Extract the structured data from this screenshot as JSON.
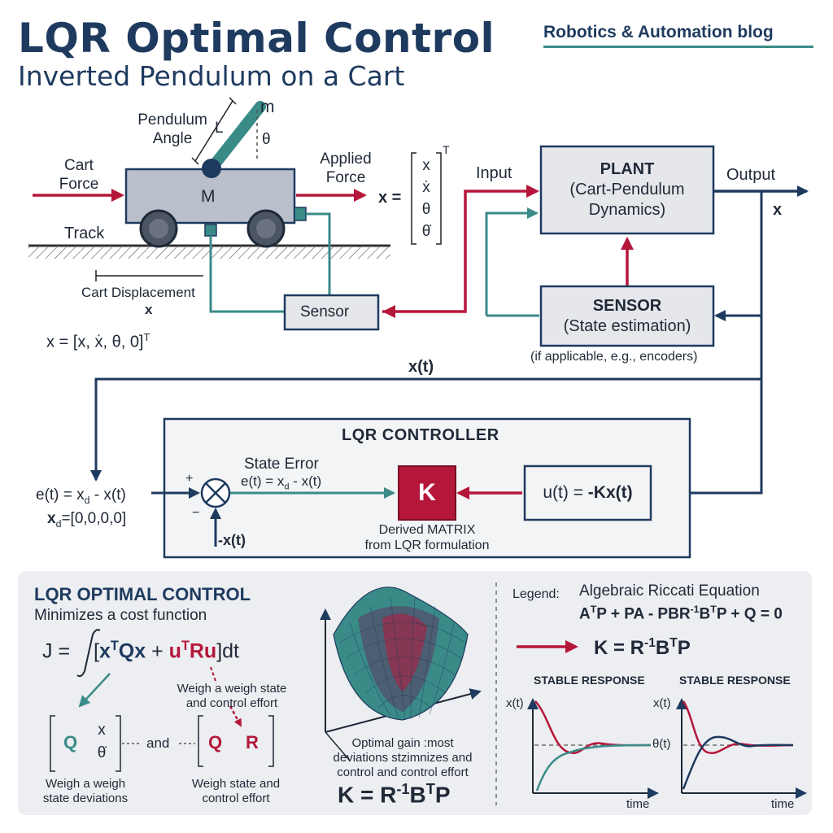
{
  "header": {
    "title": "LQR Optimal Control",
    "subtitle": "Inverted Pendulum on a Cart",
    "blog": "Robotics & Automation blog"
  },
  "cart": {
    "pendulum_angle": [
      "Pendulum",
      "Angle"
    ],
    "m": "m",
    "l": "L",
    "theta": "θ",
    "cart_force": [
      "Cart",
      "Force"
    ],
    "applied_force": [
      "Applied",
      "Force"
    ],
    "M": "M",
    "track": "Track",
    "cart_displacement": "Cart Displacement",
    "x": "x",
    "sensor": "Sensor",
    "state_vector": "x = [x, ẋ, θ, 0]",
    "state_sup": "T"
  },
  "state_column": {
    "x_label": "x =",
    "entries": [
      "x",
      "ẋ",
      "θ",
      "θ̇"
    ],
    "sup": "T"
  },
  "plant": {
    "input": "Input",
    "output": "Output",
    "output_x": "x",
    "title": "PLANT",
    "line1": "(Cart-Pendulum",
    "line2": "Dynamics)"
  },
  "sensor_block": {
    "title": "SENSOR",
    "line1": "(State estimation)",
    "note": "(if applicable, e.g., encoders)"
  },
  "feedback": {
    "xt": "x(t)"
  },
  "controller": {
    "title": "LQR CONTROLLER",
    "error_eq": "e(t) = x",
    "error_eq_sub": "d",
    "error_eq_tail": " - x(t)",
    "xd_eq": "x",
    "xd_eq_sub": "d",
    "xd_eq_tail": "=[0,0,0,0]",
    "plus": "+",
    "minus": "−",
    "neg_xt": "-x(t)",
    "state_error": "State Error",
    "state_error_eq": "e(t) = x",
    "state_error_sub": "d",
    "state_error_tail": " - x(t)",
    "k": "K",
    "derived1": "Derived MATRIX",
    "derived2": "from LQR formulation",
    "control_law_pre": "u(t) = ",
    "control_law_bold": "-Kx(t)"
  },
  "bottom": {
    "title": "LQR OPTIMAL CONTROL",
    "minimizes": "Minimizes a cost function",
    "j_eq_pre": "J = ",
    "j_eq_bracket": "[",
    "j_eq_xtqx": "x",
    "j_eq_t1": "T",
    "j_eq_qx": "Qx",
    "j_eq_plus": " + ",
    "j_eq_u": "u",
    "j_eq_t2": "T",
    "j_eq_ru": "Ru",
    "j_eq_tail": "]dt",
    "weigh_note": [
      "Weigh a weigh state",
      "and control effort"
    ],
    "q": "Q",
    "q_x": "x",
    "q_theta": "θ̇",
    "and": "and",
    "q2": "Q",
    "r2": "R",
    "weigh_left": [
      "Weigh a weigh",
      "state deviations"
    ],
    "weigh_right": [
      "Weigh state and",
      "control effort"
    ],
    "optimal": [
      "Optimal gain :most",
      "deviations stzimnizes and",
      "control and control effort"
    ],
    "k_eq": "K = R",
    "k_eq_sup": "-1",
    "k_eq_tail": "B",
    "k_eq_sup2": "T",
    "k_eq_p": "P",
    "legend": "Legend:",
    "riccati": "Algebraic Riccati Equation",
    "riccati_eq": "A",
    "riccati_t1": "T",
    "riccati_mid": "P + PA - PBR",
    "riccati_m1": "-1",
    "riccati_b": "B",
    "riccati_t2": "T",
    "riccati_tail": "P + Q = 0",
    "k_legend": "K = R",
    "k_legend_sup": "-1",
    "k_legend_b": "B",
    "k_legend_t": "T",
    "k_legend_p": "P",
    "stable1": "STABLE RESPONSE",
    "stable2": "STABLE RESPONSE",
    "plot1_y": "x(t)",
    "plot2_y": "x(t)",
    "plot2_theta": "θ(t)",
    "time1": "time",
    "time2": "time"
  },
  "colors": {
    "navy": "#1e3a5f",
    "crimson": "#b5173a",
    "teal": "#3a8b88"
  }
}
